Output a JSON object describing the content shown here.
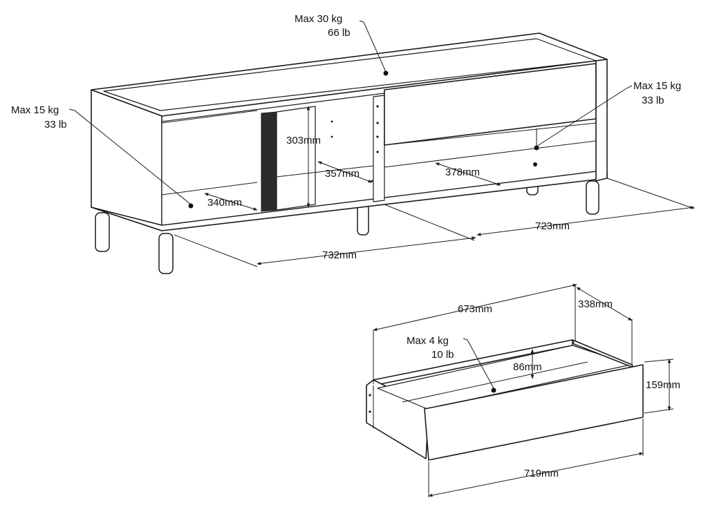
{
  "cabinet": {
    "top_load": {
      "line1": "Max 30 kg",
      "line2": "66 lb"
    },
    "left_shelf_load": {
      "line1": "Max 15 kg",
      "line2": "33 lb"
    },
    "right_shelf_load": {
      "line1": "Max 15 kg",
      "line2": "33 lb"
    },
    "dims": {
      "inner_height": "303mm",
      "left_depth": "340mm",
      "middle_depth": "357mm",
      "right_depth": "378mm",
      "left_width": "732mm",
      "right_width": "723mm"
    }
  },
  "drawer": {
    "load": {
      "line1": "Max 4 kg",
      "line2": "10 lb"
    },
    "dims": {
      "inner_width": "673mm",
      "depth": "338mm",
      "inner_height": "86mm",
      "front_height": "159mm",
      "front_width": "719mm"
    }
  }
}
